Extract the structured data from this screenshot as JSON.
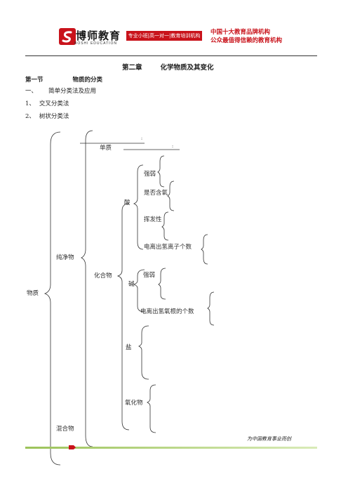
{
  "header": {
    "brand_name": "博师教育",
    "brand_sub": "BOSHI EDUCATION",
    "slogan": "专业小班|高一对一|教育培训机构",
    "right_line1": "中国十大教育品牌机构",
    "right_line2": "公众最值得信赖的教育机构"
  },
  "title": {
    "chapter": "第二章",
    "chapter_title": "化学物质及其变化"
  },
  "section": {
    "label": "第一节",
    "title": "物质的分类"
  },
  "lines": [
    {
      "num": "一、",
      "text": "简单分类法及应用"
    },
    {
      "num": "1、",
      "text": "交叉分类法"
    },
    {
      "num": "2、",
      "text": "树状分类法"
    }
  ],
  "tree": {
    "root": "物质",
    "pure": "纯净物",
    "mixture": "混合物",
    "element": "单质",
    "colon_a": ":",
    "colon_b": ":",
    "compound": "化合物",
    "acid": "酸",
    "acid_items": [
      "强弱",
      "是否含氧",
      "挥发性",
      "电离出氢离子个数"
    ],
    "base": "碱",
    "base_items": [
      "强弱",
      "电离出氢氧根的个数"
    ],
    "salt": "盐",
    "oxide": "氧化物"
  },
  "footer": {
    "slogan": "为中国教育事业而创"
  },
  "colors": {
    "brand_red": "#c9131b",
    "footer_green": "#9cc35a"
  }
}
